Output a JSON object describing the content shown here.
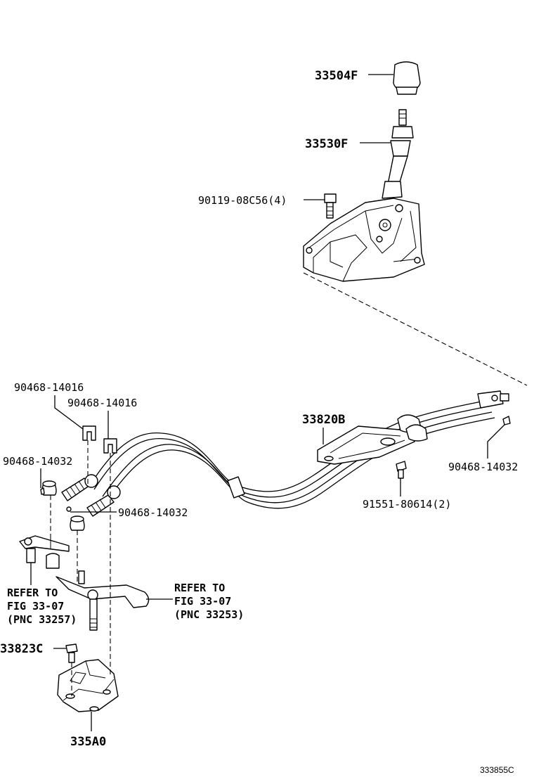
{
  "labels": {
    "knob": "33504F",
    "lever": "33530F",
    "bolt_4": "90119-08C56(4)",
    "clip_a": "90468-14016",
    "clip_b": "90468-14016",
    "clip_c": "90468-14032",
    "clip_d": "90468-14032",
    "clip_e": "90468-14032",
    "cable": "33820B",
    "bolt_2": "91551-80614(2)",
    "bolt_c": "33823C",
    "bracket": "335A0"
  },
  "refer_right": {
    "line1": "REFER TO",
    "line2": "FIG 33-07",
    "line3": "(PNC 33253)"
  },
  "refer_left": {
    "line1": "REFER TO",
    "line2": "FIG 33-07",
    "line3": "(PNC 33257)"
  },
  "figure_code": "333855C"
}
